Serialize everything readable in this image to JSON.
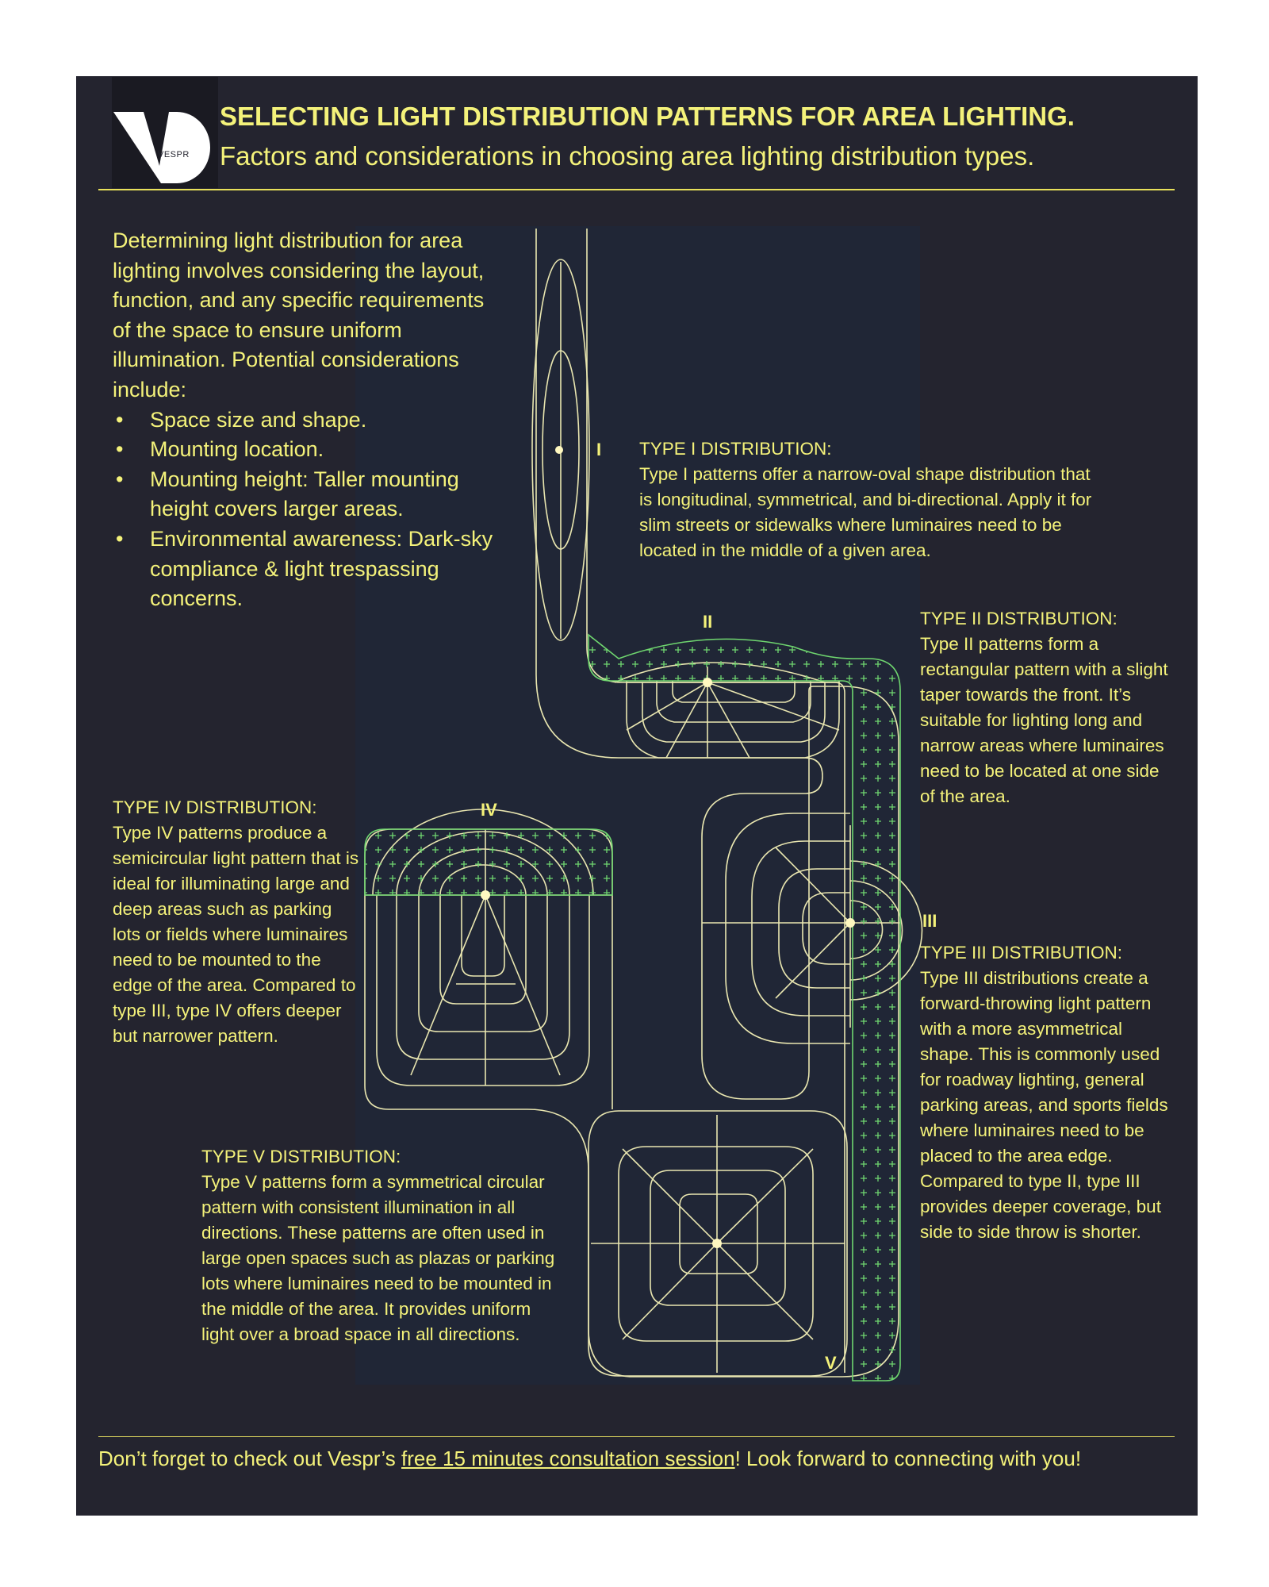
{
  "header": {
    "logo_text": "VESPR",
    "title": "SELECTING LIGHT DISTRIBUTION PATTERNS FOR AREA LIGHTING.",
    "subtitle": "Factors and considerations in choosing area lighting distribution types."
  },
  "intro": {
    "paragraph": "Determining light distribution for area lighting involves considering the layout, function, and any specific requirements of the space to ensure uniform illumination.  Potential considerations include:",
    "bullets": [
      "Space size and shape.",
      "Mounting location.",
      "Mounting height: Taller mounting height covers larger areas.",
      "Environmental awareness: Dark-sky compliance & light trespassing concerns."
    ]
  },
  "types": {
    "type1": {
      "roman": "I",
      "heading": "TYPE I DISTRIBUTION:",
      "body": "Type I patterns offer a narrow-oval  shape distribution that is longitudinal,  symmetrical, and bi-directional. Apply it for slim streets or sidewalks where luminaires need to be located in the middle of a given area."
    },
    "type2": {
      "roman": "II",
      "heading": "TYPE II DISTRIBUTION:",
      "body": "Type II patterns form a rectangular pattern with a slight taper towards the front.  It’s suitable for lighting long and narrow areas where luminaires need to be located at one side of the area."
    },
    "type3": {
      "roman": "III",
      "heading": "TYPE III DISTRIBUTION:",
      "body": "Type III distributions create a forward-throwing light pattern with a more asymmetrical shape. This is commonly used for roadway lighting, general parking areas, and sports fields where luminaires need to be placed to the area edge. Compared to type II, type III provides deeper coverage, but side to side throw is shorter."
    },
    "type4": {
      "roman": "IV",
      "heading": "TYPE IV DISTRIBUTION:",
      "body": "Type IV patterns produce a semicircular light pattern that is ideal for illuminating large and deep areas such as parking lots or fields where luminaires need to be mounted to the edge of the area.  Compared to type III, type IV offers deeper but narrower pattern."
    },
    "type5": {
      "roman": "V",
      "heading": "TYPE V DISTRIBUTION:",
      "body": "Type V patterns form a symmetrical circular pattern with consistent illumination in all directions. These patterns are often used in large open spaces such as plazas or parking lots where luminaires need to be mounted in the middle of the area. It provides uniform light over a broad space in all directions."
    }
  },
  "footer": {
    "before": "Don’t forget to check out Vespr’s ",
    "link": "free 15 minutes consultation session",
    "after": "!  Look forward to connecting with you!"
  },
  "colors": {
    "background": "#24242f",
    "text": "#f4f27a",
    "lines": "#e9e6b0",
    "green": "#6fd66f"
  }
}
